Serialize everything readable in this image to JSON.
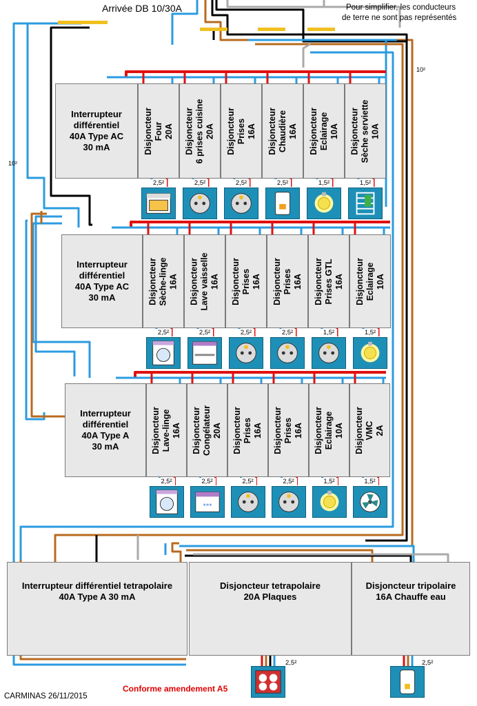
{
  "header": {
    "supply_label": "Arrivée DB 10/30A",
    "note_line1": "Pour simplifier, les conducteurs",
    "note_line2": "de terre ne sont pas représentés",
    "section_right": "10²",
    "section_left": "10²"
  },
  "row1": {
    "rcd": "Interrupteur\ndifférentiel\n40A Type AC\n30 mA",
    "breakers": [
      {
        "label": "Disjoncteur\nFour\n20A",
        "section": "2,5²",
        "icon": "oven-icon"
      },
      {
        "label": "Disjoncteur\n6 prises cuisine\n20A",
        "section": "2,5²",
        "icon": "socket-icon"
      },
      {
        "label": "Disjoncteur\nPrises\n16A",
        "section": "2,5²",
        "icon": "socket-icon"
      },
      {
        "label": "Disjoncteur\nChaudière\n16A",
        "section": "2,5²",
        "icon": "boiler-icon"
      },
      {
        "label": "Disjoncteur\nEclairage\n10A",
        "section": "1,5²",
        "icon": "light-bulb-icon"
      },
      {
        "label": "Disjoncteur\nSèche serviette\n10A",
        "section": "1,5²",
        "icon": "towel-dryer-icon"
      }
    ]
  },
  "row2": {
    "rcd": "Interrupteur\ndifférentiel\n40A Type AC\n30 mA",
    "breakers": [
      {
        "label": "Disjoncteur\nSèche-linge\n16A",
        "section": "2,5²",
        "icon": "dryer-icon"
      },
      {
        "label": "Disjoncteur\nLave vaisselle\n16A",
        "section": "2,5²",
        "icon": "dishwasher-icon"
      },
      {
        "label": "Disjoncteur\nPrises\n16A",
        "section": "2,5²",
        "icon": "socket-icon"
      },
      {
        "label": "Disjoncteur\nPrises\n16A",
        "section": "2,5²",
        "icon": "socket-icon"
      },
      {
        "label": "Disjoncteur\nPrises GTL\n16A",
        "section": "1,5²",
        "icon": "socket-icon"
      },
      {
        "label": "Disjoncteur\nEclairage\n10A",
        "section": "1,5²",
        "icon": "light-bulb-icon"
      }
    ]
  },
  "row3": {
    "rcd": "Interrupteur\ndifférentiel\n40A Type A\n30 mA",
    "breakers": [
      {
        "label": "Disjoncteur\nLave-linge\n16A",
        "section": "2,5²",
        "icon": "washing-machine-icon"
      },
      {
        "label": "Disjoncteur\nCongélateur\n20A",
        "section": "2,5²",
        "icon": "freezer-icon"
      },
      {
        "label": "Disjoncteur\nPrises\n16A",
        "section": "2,5²",
        "icon": "socket-icon"
      },
      {
        "label": "Disjoncteur\nPrises\n16A",
        "section": "2,5²",
        "icon": "socket-icon"
      },
      {
        "label": "Disjoncteur\nEclairage\n10A",
        "section": "1,5²",
        "icon": "light-bulb-icon"
      },
      {
        "label": "Disjoncteur\nVMC\n2A",
        "section": "1,5²",
        "icon": "fan-icon"
      }
    ]
  },
  "row4": {
    "rcd": "Interrupteur différentiel tetrapolaire\n40A Type A 30 mA",
    "plates": "Disjoncteur tetrapolaire\n20A Plaques",
    "water_heater": "Disjoncteur tripolaire\n16A Chauffe eau",
    "plates_section": "2,5²",
    "plates_icon": "hob-icon",
    "heater_section": "2,5²",
    "heater_icon": "water-heater-icon"
  },
  "footer": {
    "author": "CARMINAS 26/11/2015",
    "compliance": "Conforme amendement A5"
  },
  "colors": {
    "neutral": "#2b9be0",
    "phase": "#e01010",
    "earth_brown": "#b86a1e",
    "black": "#000000",
    "grey": "#aaaaaa",
    "bar": "#f0c020",
    "icon_bg": "#1e90b8",
    "compliance": "#e00000"
  }
}
